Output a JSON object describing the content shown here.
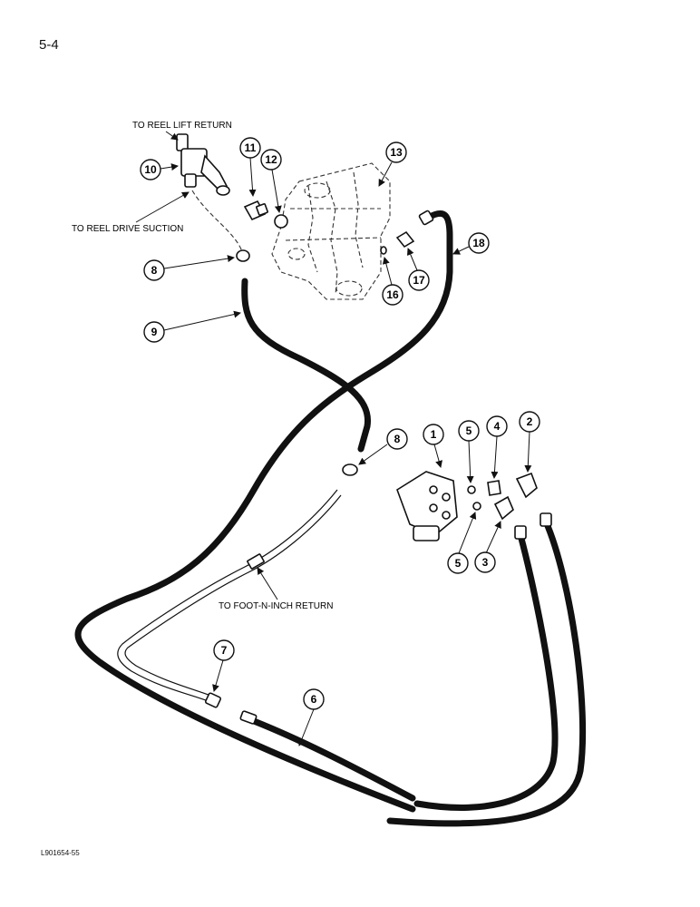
{
  "page_number": "5-4",
  "figure_code": "L901654-55",
  "labels": {
    "reel_lift_return": "TO REEL LIFT RETURN",
    "reel_drive_suction": "TO REEL DRIVE SUCTION",
    "foot_n_inch_return": "TO FOOT-N-INCH RETURN"
  },
  "callouts": [
    "1",
    "2",
    "3",
    "4",
    "5",
    "5",
    "6",
    "7",
    "8",
    "8",
    "9",
    "10",
    "11",
    "12",
    "13",
    "16",
    "17",
    "18"
  ]
}
